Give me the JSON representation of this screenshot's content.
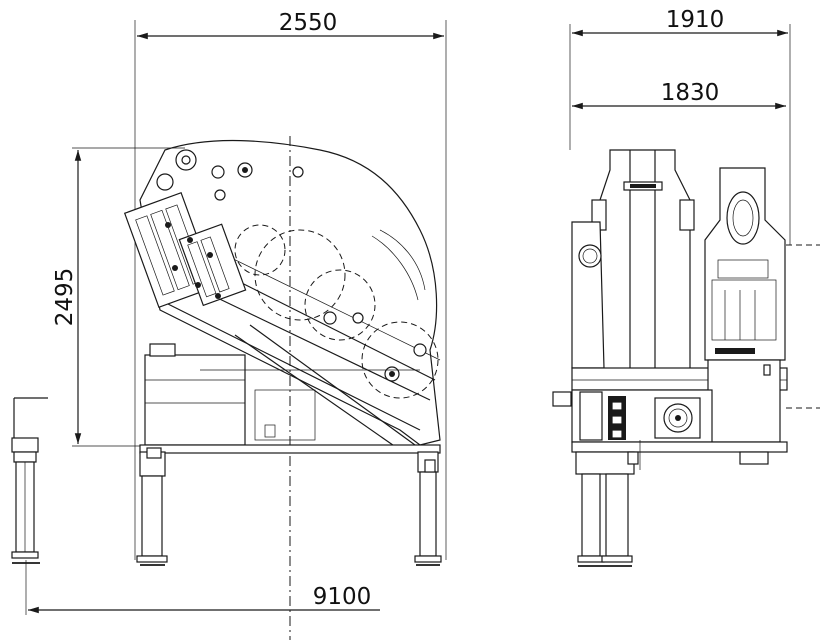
{
  "dimensions": {
    "overall_width": "2550",
    "outer_width": "1910",
    "inner_width": "1830",
    "height": "2495",
    "outrigger_span": "9100"
  },
  "colors": {
    "line": "#1a1a1a",
    "background": "#ffffff"
  }
}
